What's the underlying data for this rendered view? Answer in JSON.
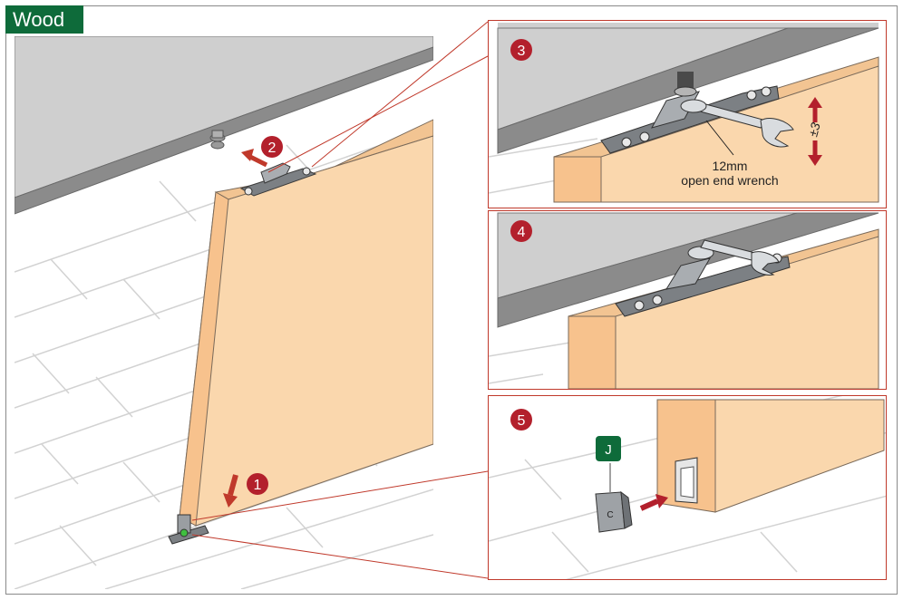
{
  "header": {
    "title": "Wood"
  },
  "steps": {
    "step1": "1",
    "step2": "2",
    "step3": "3",
    "step4": "4",
    "step5": "5"
  },
  "panel3": {
    "wrench_size": "12mm",
    "wrench_name": "open end wrench",
    "adjust_range": "±3"
  },
  "panel5": {
    "part_label": "J"
  },
  "colors": {
    "title_bg": "#0e6b3a",
    "step_badge": "#b3202c",
    "arrow": "#c0392b",
    "panel_border": "#c0392b",
    "door": "#fad7ad",
    "track": "#c8c8c8",
    "metal": "#8e9296"
  }
}
